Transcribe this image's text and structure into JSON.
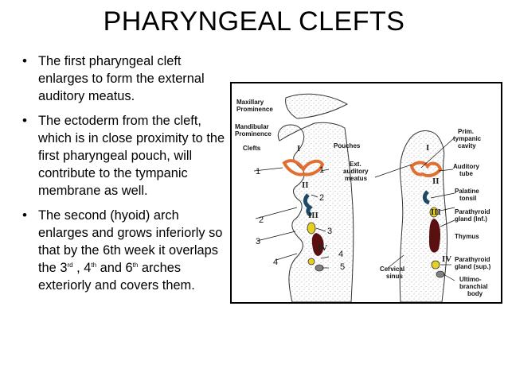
{
  "title": "PHARYNGEAL CLEFTS",
  "bullets": {
    "b1": "The first pharyngeal cleft enlarges to form the external auditory meatus.",
    "b2": "The ectoderm from the cleft, which is in close proximity to the first pharyngeal pouch, will contribute to the tympanic membrane as well.",
    "b3_pre": "The second (hyoid) arch enlarges and grows inferiorly so that by the 6th week it overlaps the 3",
    "b3_sup1": "rd",
    "b3_mid1": " , 4",
    "b3_sup2": "th",
    "b3_mid2": " and 6",
    "b3_sup3": "th",
    "b3_post": " arches exteriorly and covers them."
  },
  "figure": {
    "labels": {
      "maxillary_1": "Maxillary",
      "maxillary_2": "Prominence",
      "mandibular_1": "Mandibular",
      "mandibular_2": "Prominence",
      "clefts": "Clefts",
      "pouches": "Pouches",
      "ext_1": "Ext.",
      "ext_2": "auditory",
      "ext_3": "meatus",
      "cervical_1": "Cervical",
      "cervical_2": "sinus",
      "prim_1": "Prim.",
      "prim_2": "tympanic",
      "prim_3": "cavity",
      "auditory_1": "Auditory",
      "auditory_2": "tube",
      "palatine_1": "Palatine",
      "palatine_2": "tonsil",
      "parathyroid_inf_1": "Parathyroid",
      "parathyroid_inf_2": "gland (Inf.)",
      "thymus": "Thymus",
      "parathyroid_sup_1": "Parathyroid",
      "parathyroid_sup_2": "gland (sup.)",
      "ultimo_1": "Ultimo-",
      "ultimo_2": "branchial",
      "ultimo_3": "body"
    },
    "numerals": {
      "left": [
        "I",
        "II",
        "III",
        "IV"
      ],
      "right": [
        "I",
        "II",
        "III",
        "IV"
      ]
    },
    "numbers": [
      "1",
      "1",
      "2",
      "2",
      "3",
      "3",
      "4",
      "4",
      "5"
    ],
    "colors": {
      "pouch1": "#e07030",
      "pouch2": "#1f4a66",
      "parathyroid": "#e6d020",
      "thymus": "#5a1010",
      "ultimo": "#808080",
      "stipple": "#9a9a9a"
    }
  }
}
